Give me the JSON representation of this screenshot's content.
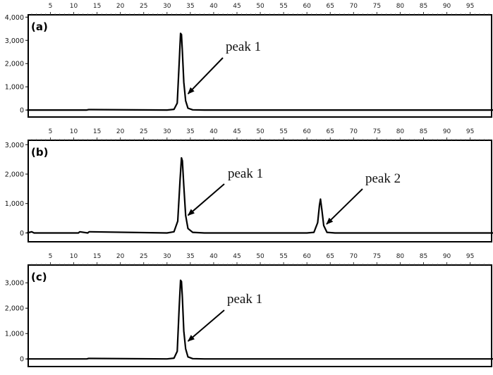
{
  "chart_data": [
    {
      "type": "line",
      "panel_label": "(a)",
      "x_ticks": [
        5,
        10,
        15,
        20,
        25,
        30,
        35,
        40,
        45,
        50,
        55,
        60,
        65,
        70,
        75,
        80,
        85,
        90,
        95
      ],
      "xlim": [
        0,
        100
      ],
      "y_ticks": [
        "0",
        "1,000",
        "2,000",
        "3,000",
        "4,000"
      ],
      "y_tick_values": [
        0,
        1000,
        2000,
        3000,
        4000
      ],
      "ylim": [
        -300,
        4100
      ],
      "series": [
        {
          "values_x": [
            0,
            12.8,
            13.2,
            30,
            31.5,
            32.2,
            32.6,
            32.9,
            33.1,
            33.3,
            33.6,
            34.0,
            34.5,
            35.5,
            38,
            100
          ],
          "values_y": [
            0,
            0,
            20,
            0,
            30,
            300,
            2000,
            3300,
            3250,
            2500,
            1200,
            400,
            80,
            10,
            0,
            0
          ]
        }
      ],
      "annotations": [
        {
          "text": "peak 1",
          "target_x": 33.6,
          "target_y": 700
        }
      ]
    },
    {
      "type": "line",
      "panel_label": "(b)",
      "x_ticks": [
        5,
        10,
        15,
        20,
        25,
        30,
        35,
        40,
        45,
        50,
        55,
        60,
        65,
        70,
        75,
        80,
        85,
        90,
        95
      ],
      "xlim": [
        0,
        100
      ],
      "y_ticks": [
        "0",
        "1,000",
        "2,000",
        "3,000"
      ],
      "y_tick_values": [
        0,
        1000,
        2000,
        3000
      ],
      "ylim": [
        -300,
        3150
      ],
      "series": [
        {
          "values_x": [
            0,
            1,
            1.5,
            11,
            11.3,
            13,
            13.3,
            30,
            31.5,
            32.3,
            32.8,
            33.1,
            33.3,
            33.6,
            34.0,
            34.5,
            35.5,
            38,
            60,
            61.5,
            62.3,
            62.7,
            62.9,
            63.2,
            63.6,
            64.3,
            66,
            100
          ],
          "values_y": [
            0,
            40,
            0,
            0,
            40,
            0,
            40,
            0,
            40,
            400,
            1800,
            2550,
            2450,
            1600,
            600,
            150,
            20,
            0,
            0,
            20,
            350,
            950,
            1150,
            800,
            250,
            20,
            0,
            0
          ]
        }
      ],
      "annotations": [
        {
          "text": "peak 1",
          "target_x": 33.6,
          "target_y": 600
        },
        {
          "text": "peak 2",
          "target_x": 63.3,
          "target_y": 300
        }
      ]
    },
    {
      "type": "line",
      "panel_label": "(c)",
      "x_ticks": [
        5,
        10,
        15,
        20,
        25,
        30,
        35,
        40,
        45,
        50,
        55,
        60,
        65,
        70,
        75,
        80,
        85,
        90,
        95
      ],
      "xlim": [
        0,
        100
      ],
      "y_ticks": [
        "0",
        "1,000",
        "2,000",
        "3,000"
      ],
      "y_tick_values": [
        0,
        1000,
        2000,
        3000
      ],
      "ylim": [
        -300,
        3700
      ],
      "series": [
        {
          "values_x": [
            0,
            12.8,
            13.2,
            30,
            31.5,
            32.2,
            32.6,
            32.9,
            33.1,
            33.3,
            33.6,
            34.0,
            34.5,
            35.5,
            38,
            100
          ],
          "values_y": [
            0,
            0,
            20,
            0,
            30,
            300,
            2000,
            3100,
            3050,
            2400,
            1100,
            400,
            80,
            10,
            0,
            0
          ]
        }
      ],
      "annotations": [
        {
          "text": "peak 1",
          "target_x": 33.6,
          "target_y": 700
        }
      ]
    }
  ],
  "colors": {
    "line": "#000000",
    "frame": "#000000",
    "background": "#ffffff"
  }
}
